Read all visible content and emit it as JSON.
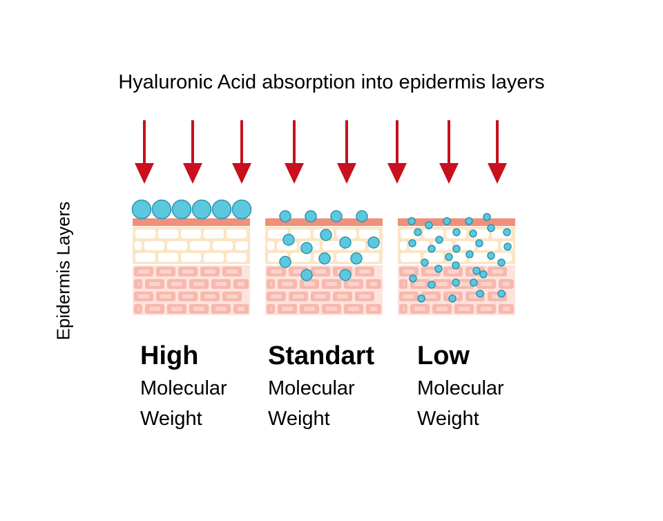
{
  "title": "Hyaluronic Acid absorption into epidermis layers",
  "side_label": "Epidermis Layers",
  "colors": {
    "arrow": "#c8101e",
    "molecule_fill": "#5cc8de",
    "molecule_stroke": "#2a93b3",
    "surface_layer": "#ef8f7c",
    "middle_layer": "#fbe5c4",
    "lower_cells": "#f7b8ad",
    "lower_mortar": "#fde3dd",
    "cell_white": "#ffffff"
  },
  "panels": [
    {
      "weight_level": "High",
      "line1": "Molecular",
      "line2": "Weight"
    },
    {
      "weight_level": "Standart",
      "line1": "Molecular",
      "line2": "Weight"
    },
    {
      "weight_level": "Low",
      "line1": "Molecular",
      "line2": "Weight"
    }
  ]
}
